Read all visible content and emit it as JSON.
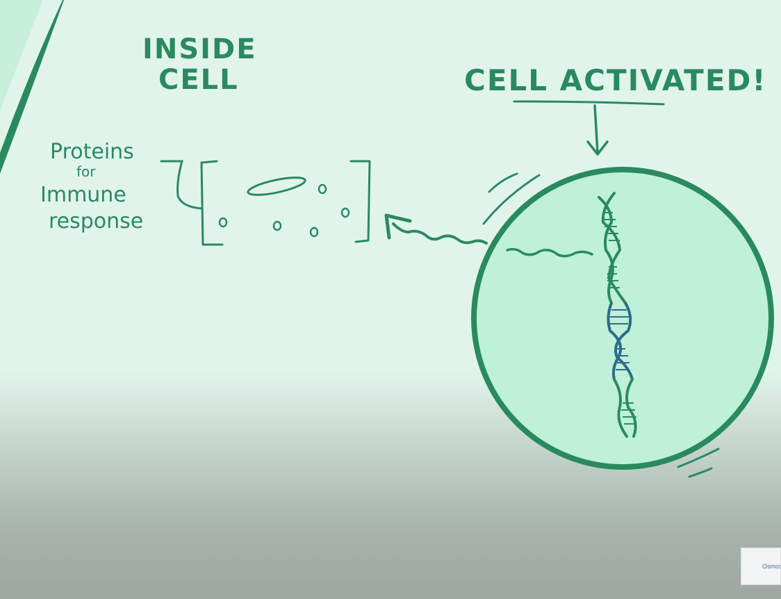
{
  "title": {
    "line1": "INSIDE",
    "line2": "CELL"
  },
  "annotation": "CELL ACTIVATED!",
  "protein_label": {
    "line1": "Proteins",
    "line2": "for",
    "line3": "Immune",
    "line4": "response"
  },
  "logo": {
    "text": "Osmosis"
  },
  "colors": {
    "ink": "#2a8a5f",
    "dna_blue": "#2d6b8a",
    "cell_fill": "#bff0d8",
    "background": "#e1f4ec"
  }
}
